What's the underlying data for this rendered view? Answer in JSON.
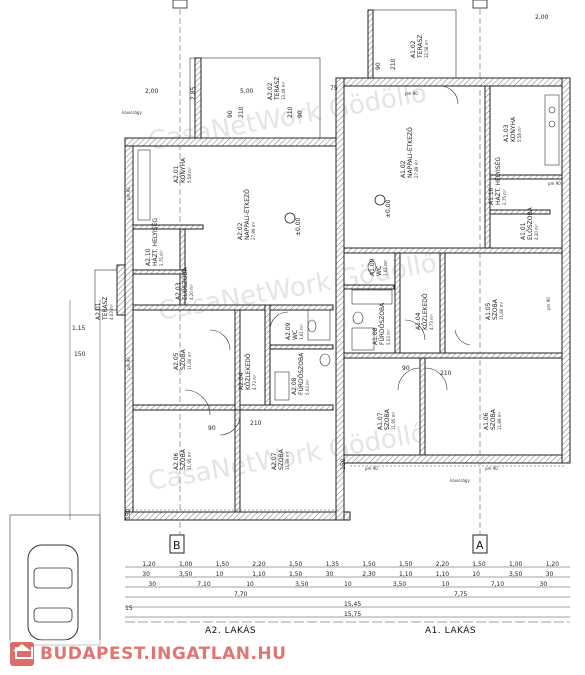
{
  "rooms_a2": [
    {
      "code": "A2.01",
      "name": "KONYHA",
      "area": "5,58 m²"
    },
    {
      "code": "A2.02",
      "name": "NAPPALI-ÉTKEZŐ",
      "area": "27,89 m²"
    },
    {
      "code": "A2.03",
      "name": "ELŐSZOBA",
      "area": "4,20 m²"
    },
    {
      "code": "A2.04",
      "name": "KÖZLEKEDŐ",
      "area": "4,73 m²"
    },
    {
      "code": "A2.05",
      "name": "SZOBA",
      "area": "11,60 m²"
    },
    {
      "code": "A2.06",
      "name": "SZOBA",
      "area": "11,95 m²"
    },
    {
      "code": "A2.07",
      "name": "SZOBA",
      "area": "11,89 m²"
    },
    {
      "code": "A2.08",
      "name": "FÜRDŐSZOBA",
      "area": "5,03 m²"
    },
    {
      "code": "A2.09",
      "name": "WC",
      "area": "1,61 m²"
    },
    {
      "code": "A2.10",
      "name": "HÁZT. HELYISÉG",
      "area": "2,75 m²"
    },
    {
      "code": "A2.01",
      "name": "TERASZ",
      "area": "4,03 m²"
    },
    {
      "code": "A2.02",
      "name": "TERASZ",
      "area": "13,49 m²"
    }
  ],
  "rooms_a1": [
    {
      "code": "A1.02",
      "name": "NAPPALI-ÉTKEZŐ",
      "area": "27,89 m²"
    },
    {
      "code": "A1.03",
      "name": "KONYHA",
      "area": "5,58 m²"
    },
    {
      "code": "A1.10",
      "name": "HÁZT. HELYISÉG",
      "area": "2,75 m²"
    },
    {
      "code": "A1.01",
      "name": "ELŐSZOBA",
      "area": "4,20 m²"
    },
    {
      "code": "A1.09",
      "name": "WC",
      "area": "1,61 m²"
    },
    {
      "code": "A1.05",
      "name": "SZOBA",
      "area": "11,60 m²"
    },
    {
      "code": "A1.08",
      "name": "FÜRDŐSZOBA",
      "area": "5,03 m²"
    },
    {
      "code": "A1.04",
      "name": "KÖZLEKEDŐ",
      "area": "4,73 m²"
    },
    {
      "code": "A1.07",
      "name": "SZOBA",
      "area": "11,95 m²"
    },
    {
      "code": "A1.06",
      "name": "SZOBA",
      "area": "11,89 m²"
    },
    {
      "code": "A1.02",
      "name": "TERASZ",
      "area": "12,58 m²"
    }
  ],
  "labels": {
    "level_a2": "±0,00",
    "level_a1": "±0,00",
    "axis_a": "A",
    "axis_b": "B",
    "apartment_a2": "A2. LAKÁS",
    "apartment_a1": "A1. LAKÁS",
    "drain": "kavicságy",
    "sill": "pm 90",
    "door_90": "90",
    "door_210": "210",
    "door_75": "75",
    "door_150": "150"
  },
  "dimensions": {
    "top_left": "2,00",
    "top_right": "2,00",
    "terrace_mid": "5,00",
    "terrace_h": "2,85",
    "row1": [
      "1,20",
      "1,00",
      "1,50",
      "2,20",
      "1,50",
      "1,35",
      "1,50",
      "1,50",
      "2,20",
      "1,50",
      "1,00",
      "1,20"
    ],
    "row2": [
      "30",
      "3,50",
      "10",
      "1,10",
      "1,50",
      "30",
      "2,30",
      "1,10",
      "1,10",
      "10",
      "3,50",
      "30"
    ],
    "row3": [
      "30",
      "7,10",
      "10",
      "3,50",
      "10",
      "3,50",
      "10",
      "7,10",
      "30"
    ],
    "row4": [
      "7,70",
      "7,75"
    ],
    "total_inner": "15,45",
    "total_outer": "15,75",
    "edge_15": "15",
    "left_115": "1,15",
    "left_150": "150"
  },
  "watermark": "CasaNetWork Gödöllő",
  "brand": "BUDAPEST.INGATLAN.HU"
}
